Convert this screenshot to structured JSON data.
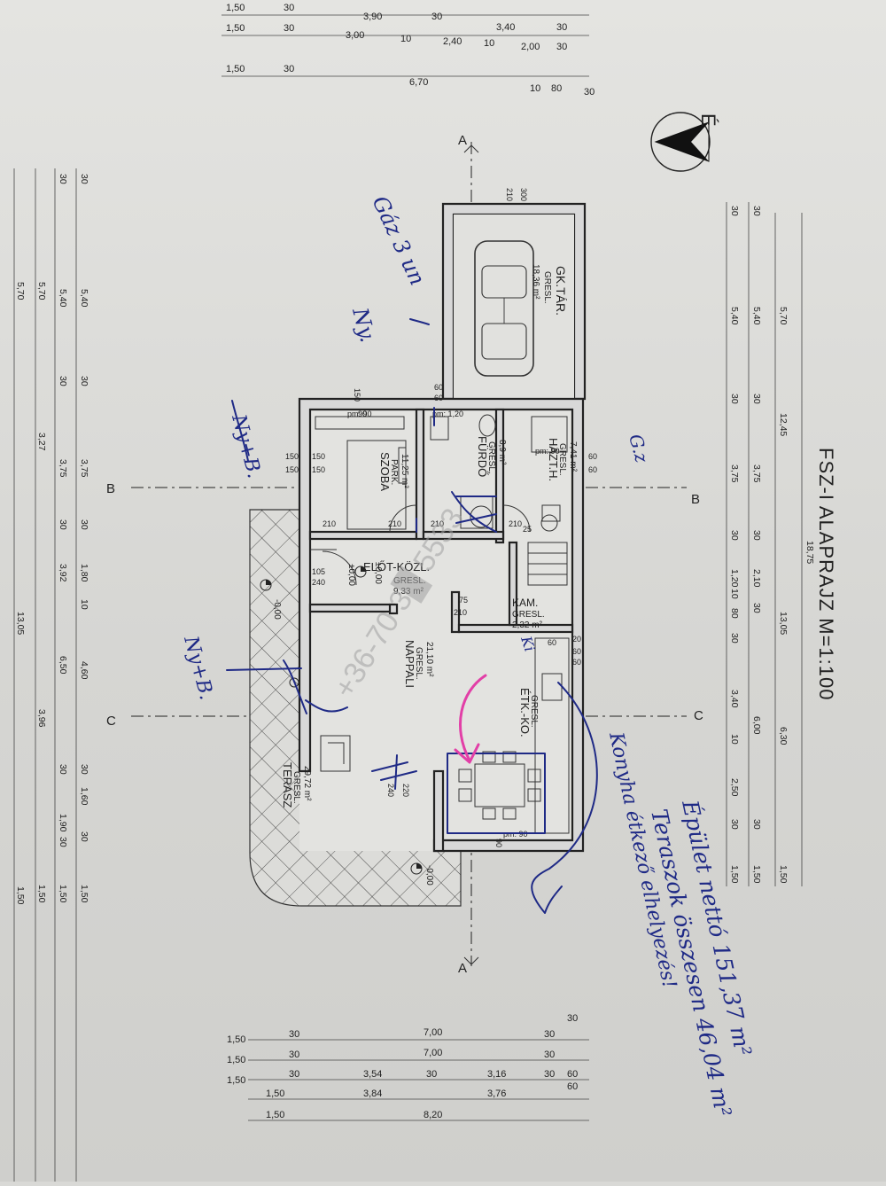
{
  "title": "FSZ-I ALAPRAJZ M=1:100",
  "north": "É",
  "watermark": "+36-70 3█ 5533",
  "section_marks": {
    "a": "A",
    "b": "B",
    "c": "C"
  },
  "rooms": {
    "garage": {
      "name": "GK.TÁR.",
      "floor": "GRESL.",
      "area": "18,36 m²"
    },
    "bathroom": {
      "name": "FÜRDŐ",
      "floor": "GRESL.",
      "area": "8,9 m²"
    },
    "utility": {
      "name": "HÁZT.H.",
      "floor": "GRESL.",
      "area": "7,41 m²"
    },
    "bedroom": {
      "name": "SZOBA",
      "floor": "PARK.",
      "area": "11,25 m²"
    },
    "hall": {
      "name": "ELŐT-KÖZL.",
      "floor": "GRESL.",
      "area": "9,33 m²"
    },
    "pantry": {
      "name": "KAM.",
      "floor": "GRESL.",
      "area": "2,32 m²"
    },
    "living": {
      "name": "NAPPALI",
      "floor": "GRESL.",
      "area": "21,10 m²"
    },
    "kitchen": {
      "name": "ÉTK.-KO.",
      "floor": "GRESL.",
      "area": ""
    },
    "terrace": {
      "name": "TERASZ",
      "floor": "GRESL.",
      "area": "29,72 m²"
    }
  },
  "levels": {
    "l1": "±0,00",
    "l2": "±0,00",
    "l3": "-0,00",
    "l4": "-0,00"
  },
  "sill_labels": {
    "s1": "pm: 90",
    "s2": "pm: 1,20",
    "s3": "pm: 90",
    "s4": "pm: 90",
    "s5": "210",
    "s6": "210",
    "s7": "210",
    "s8": "210",
    "s9": "75",
    "s10": "240",
    "s11": "105",
    "s12": "210",
    "s13": "150",
    "s14": "150",
    "s15": "60",
    "s16": "60",
    "s17": "150",
    "s18": "150",
    "s19": "150",
    "s20": "90",
    "s21": "210",
    "s22": "300",
    "s23": "25",
    "s24": "60",
    "s25": "60",
    "s26": "60",
    "s27": "60",
    "s28": "60",
    "s29": "20",
    "s30": "240",
    "s31": "220",
    "s32": "90"
  },
  "handwritten": {
    "gas": "Gáz 3 un",
    "ny1": "Ny.",
    "ny2": "Ny+B.",
    "ny3": "Ny+B.",
    "k": "Ki",
    "area_total": "Épület nettó 151,37 m²",
    "terrace_total": "Teraszok összesen 46,04 m²",
    "kitchen_note": "Konyha étkező elhelyezés!",
    "small_note": "G.z"
  },
  "dimensions": {
    "top": {
      "r1": [
        "1,50",
        "30",
        "3,90",
        "30",
        "3,40",
        "30"
      ],
      "r2": [
        "1,50",
        "30",
        "3,00",
        "10",
        "2,40",
        "10",
        "2,00",
        "30"
      ],
      "r3": [
        "1,50",
        "30",
        "6,70",
        "10",
        "80",
        "30"
      ]
    },
    "left": {
      "c1": [
        "30",
        "5,40",
        "30",
        "3,75",
        "30",
        "1,80",
        "10",
        "4,60",
        "30",
        "1,60",
        "30",
        "1,50"
      ],
      "c2": [
        "30",
        "5,40",
        "30",
        "3,75",
        "30",
        "3,92",
        "6,50",
        "30",
        "1,90",
        "30",
        "1,50"
      ],
      "c3": [
        "5,70",
        "3,27",
        "3,96",
        "1,50"
      ],
      "c4": [
        "5,70",
        "13,05",
        "1,50"
      ]
    },
    "right": {
      "c1": [
        "30",
        "5,40",
        "30",
        "3,75",
        "30",
        "1,20",
        "10",
        "80",
        "30",
        "3,40",
        "10",
        "2,50",
        "30",
        "1,50"
      ],
      "c2": [
        "30",
        "5,40",
        "30",
        "3,75",
        "30",
        "2,10",
        "30",
        "6,00",
        "30",
        "1,50"
      ],
      "c3": [
        "5,70",
        "12,45",
        "13,05",
        "6,30",
        "1,50"
      ],
      "c4": [
        "18,75"
      ]
    },
    "bottom": {
      "r1": [
        "1,50",
        "30",
        "7,00",
        "30",
        "30"
      ],
      "r2": [
        "1,50",
        "30",
        "7,00",
        "30"
      ],
      "r3": [
        "1,50",
        "30",
        "3,54",
        "30",
        "3,16",
        "30",
        "60"
      ],
      "r4": [
        "1,50",
        "3,84",
        "3,76",
        "60"
      ],
      "r5": [
        "1,50",
        "8,20"
      ]
    }
  }
}
